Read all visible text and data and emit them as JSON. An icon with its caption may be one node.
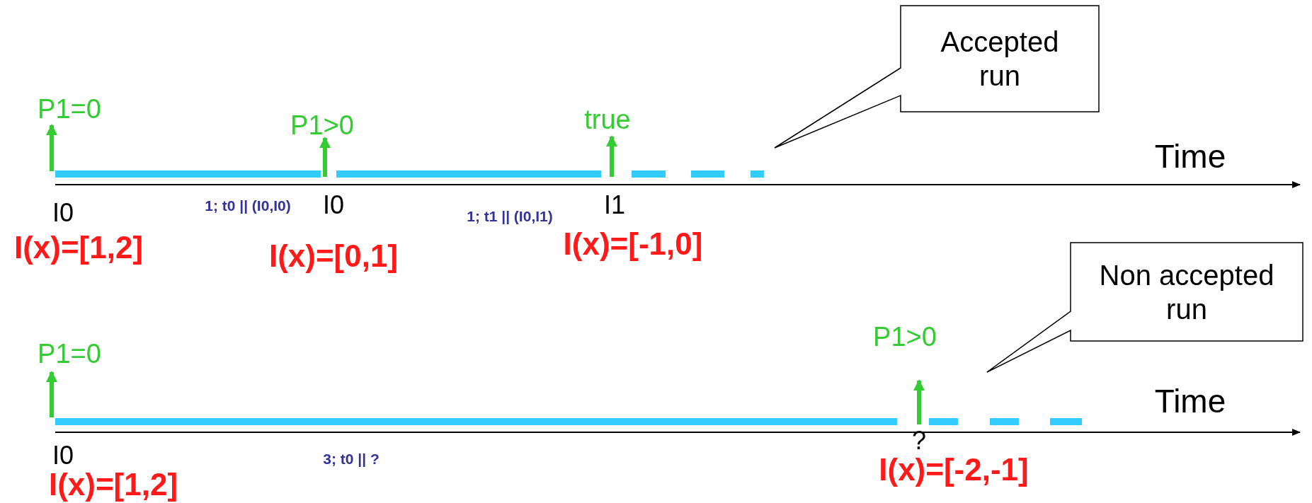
{
  "diagram": {
    "nodes": [
      {
        "text": [
          "Accepted run"
        ]
      },
      {
        "text": [
          "Non accepted run"
        ]
      }
    ],
    "edges": [],
    "labels": [
      "P1=0",
      "P1>0",
      "true",
      "Time",
      "I0",
      "1; t0 || (I0,I0)",
      "I0",
      "1; t1 || (I0,I1)",
      "I1",
      "I(x)=[1,2]",
      "I(x)=[0,1]",
      "I(x)=[-1,0]",
      "P1>0",
      "P1=0",
      "Time",
      "?",
      "I0",
      "3; t0 || ?",
      "I(x)=[-2,-1]",
      "I(x)=[1,2]"
    ]
  }
}
